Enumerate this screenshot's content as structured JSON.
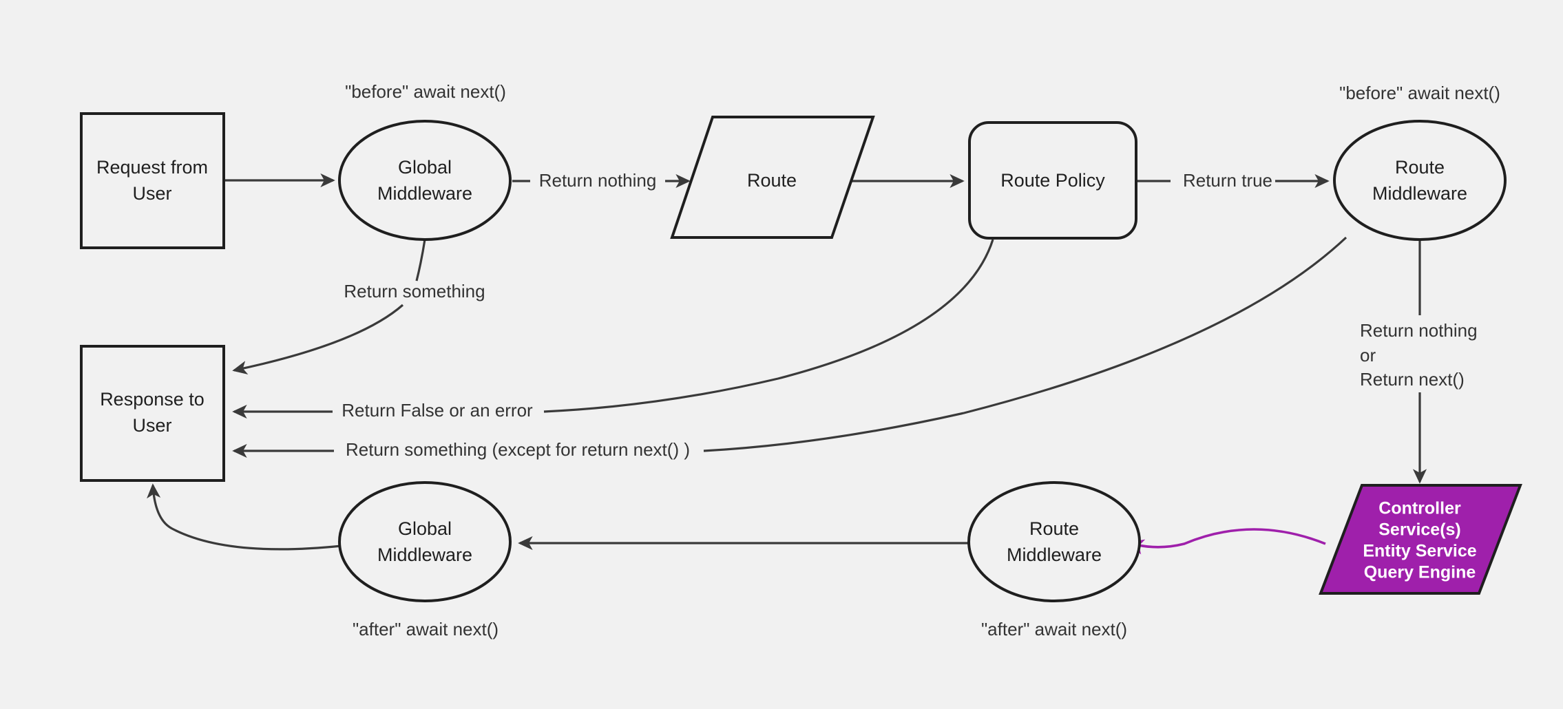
{
  "diagram": {
    "title": "Strapi middleware request lifecycle flow",
    "background_color": "#f1f1f1",
    "stroke_color": "#1f1f1f",
    "edge_color": "#3a3a3a",
    "accent_color": "#9f20ab"
  },
  "nodes": {
    "request_from_user": {
      "line1": "Request from",
      "line2": "User",
      "shape": "rectangle"
    },
    "global_middleware_before": {
      "line1": "Global",
      "line2": "Middleware",
      "shape": "ellipse"
    },
    "route": {
      "line1": "Route",
      "shape": "parallelogram"
    },
    "route_policy": {
      "line1": "Route Policy",
      "shape": "rounded-rectangle"
    },
    "route_middleware_before": {
      "line1": "Route",
      "line2": "Middleware",
      "shape": "ellipse"
    },
    "controller": {
      "line1": "Controller",
      "line2": "Service(s)",
      "line3": "Entity Service",
      "line4": "Query Engine",
      "shape": "parallelogram",
      "fill": "#9f20ab"
    },
    "response_to_user": {
      "line1": "Response to",
      "line2": "User",
      "shape": "rectangle"
    },
    "global_middleware_after": {
      "line1": "Global",
      "line2": "Middleware",
      "shape": "ellipse"
    },
    "route_middleware_after": {
      "line1": "Route",
      "line2": "Middleware",
      "shape": "ellipse"
    }
  },
  "annotations": {
    "before_await_next_global": "\"before\" await next()",
    "before_await_next_route": "\"before\" await next()",
    "after_await_next_global": "\"after\" await next()",
    "after_await_next_route": "\"after\" await next()"
  },
  "edge_labels": {
    "return_nothing": "Return nothing",
    "return_true": "Return true",
    "return_something_top": "Return something",
    "return_false_or_error": "Return False or an error",
    "return_something_except": "Return something (except for return next() )",
    "return_nothing_or_next_line1": "Return nothing",
    "return_nothing_or_next_line2": "or",
    "return_nothing_or_next_line3": "Return next()"
  }
}
